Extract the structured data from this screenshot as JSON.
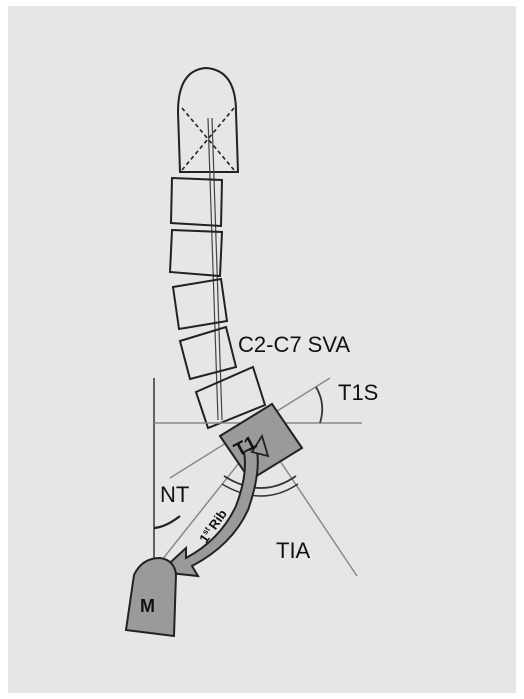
{
  "labels": {
    "svi": "C2-C7 SVA",
    "t1s": "T1S",
    "nt": "NT",
    "tia": "TIA",
    "t1": "T1",
    "rib_main": "Rib",
    "rib_ordinal": "1",
    "rib_suffix": "st",
    "manubrium": "M"
  },
  "colors": {
    "background": "#e6e6e6",
    "outline": "#222222",
    "fill_gray": "#9a9a9a",
    "reference_line": "#8a8a8a"
  }
}
